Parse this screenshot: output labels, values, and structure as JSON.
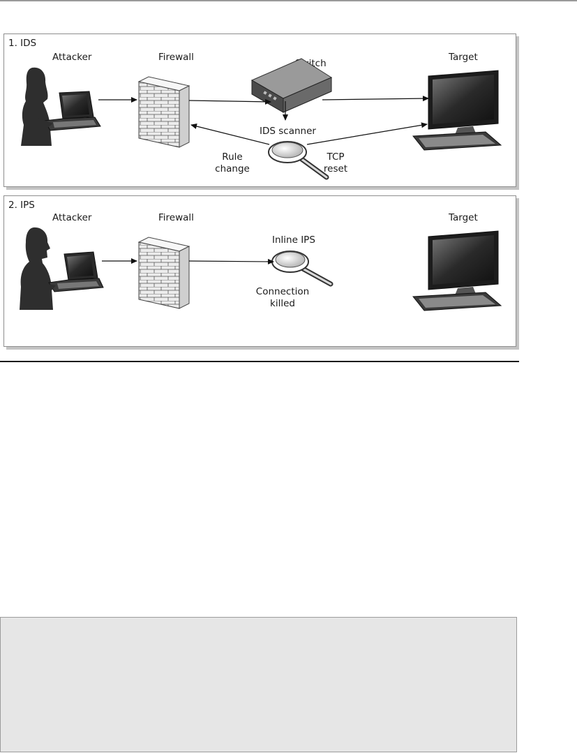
{
  "ids": {
    "title": "1. IDS",
    "attacker": "Attacker",
    "firewall": "Firewall",
    "switch": "Switch",
    "target": "Target",
    "scanner": "IDS scanner",
    "rule_line1": "Rule",
    "rule_line2": "change",
    "tcp_line1": "TCP",
    "tcp_line2": "reset"
  },
  "ips": {
    "title": "2. IPS",
    "attacker": "Attacker",
    "firewall": "Firewall",
    "inline": "Inline IPS",
    "target": "Target",
    "conn_line1": "Connection",
    "conn_line2": "killed"
  },
  "colors": {
    "figure": "#2e2e2e",
    "brick": "#e8e8e8",
    "box_fill": "#e6e6e6",
    "rule": "#1a1a1a"
  }
}
